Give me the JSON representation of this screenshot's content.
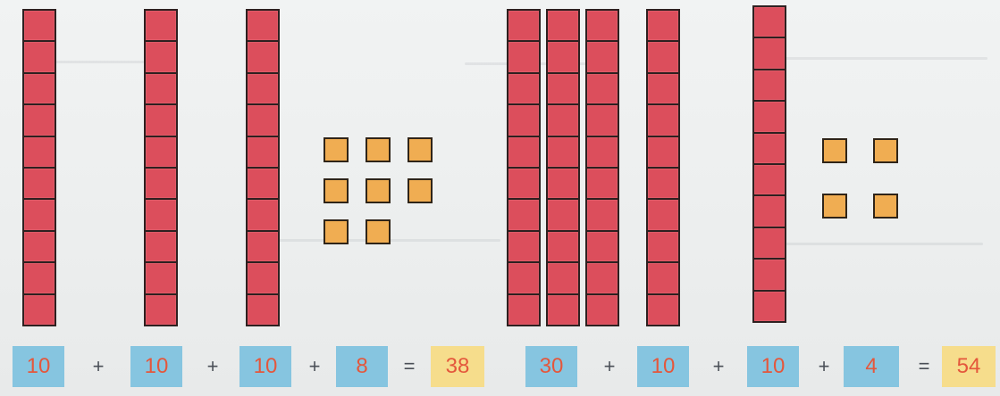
{
  "left_group": {
    "tens_rods": 3,
    "ones_cubes": 8,
    "equation": {
      "addends": [
        "10",
        "10",
        "10",
        "8"
      ],
      "plus": "+",
      "equals": "=",
      "result": "38"
    }
  },
  "right_group": {
    "tens_rods": 5,
    "ones_cubes": 4,
    "equation": {
      "addends": [
        "30",
        "10",
        "10",
        "4"
      ],
      "plus": "+",
      "equals": "=",
      "result": "54"
    }
  },
  "colors": {
    "rod_fill": "#dc4e5c",
    "cube_fill": "#f0ad52",
    "addend_box": "#86c5e0",
    "result_box": "#f6dd8c",
    "number_text": "#e4573c"
  }
}
